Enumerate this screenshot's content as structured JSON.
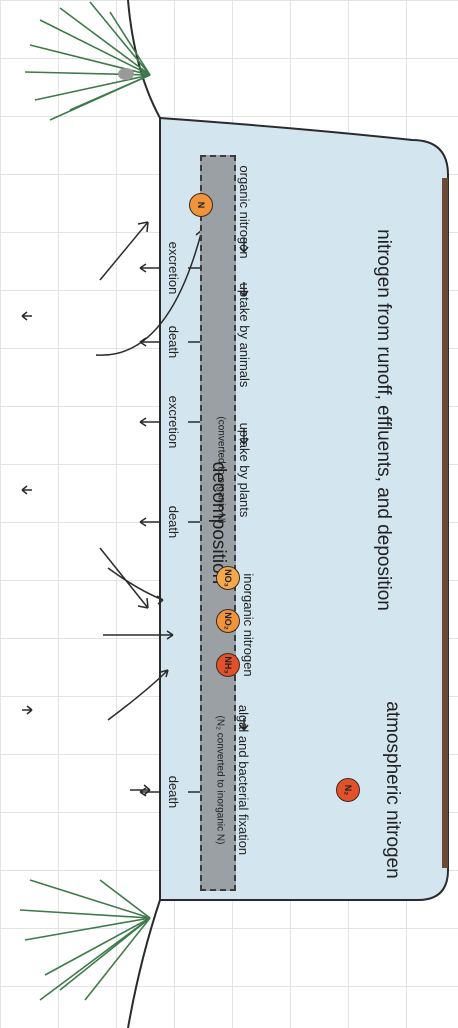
{
  "atmosphere": {
    "title": "atmospheric nitrogen",
    "molecule": "N₂"
  },
  "external_input": {
    "title": "nitrogen from runoff, effluents, and deposition"
  },
  "fixation": {
    "title": "algal and bacterial fixation",
    "note": "(N₂ converted to inorganic N)"
  },
  "inorganic": {
    "title": "inorganic nitrogen",
    "molecules": [
      "NH₃",
      "NO₂",
      "NO₃"
    ]
  },
  "plants": {
    "title": "uptake by plants",
    "note": "(converted to organic N)"
  },
  "animals": {
    "title": "uptake by animals"
  },
  "organic": {
    "title": "organic nitrogen",
    "molecule": "N"
  },
  "flows": {
    "death_1": "death",
    "death_2": "death",
    "excretion_1": "excretion",
    "death_3": "death",
    "excretion_2": "excretion"
  },
  "decomposition": {
    "label": "decomposition"
  },
  "colors": {
    "water": "#d3e6ef",
    "sediment": "#6b4a36",
    "grass": "#3f7a4a",
    "molecule_red": "#e2512a",
    "molecule_orange": "#f0933a",
    "molecule_light": "#f4a84c",
    "decomposition_fill": "#9aa0a4"
  }
}
